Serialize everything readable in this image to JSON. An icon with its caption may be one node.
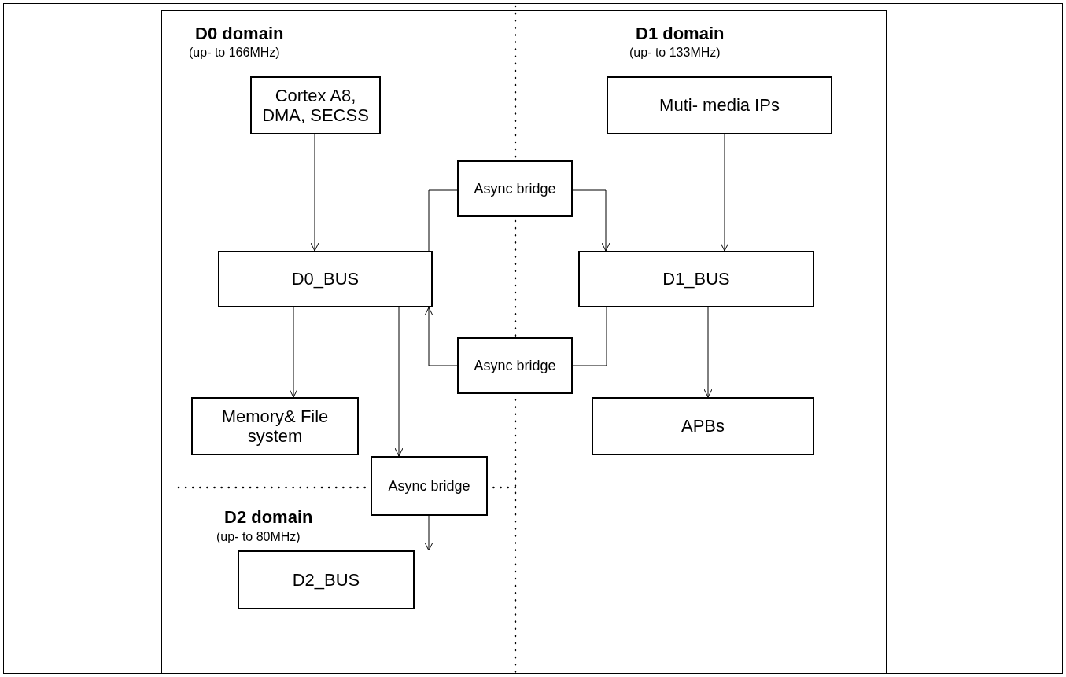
{
  "diagram": {
    "nodes": [
      {
        "text": [
          "Cortex A8, DMA, SECSS"
        ]
      },
      {
        "text": [
          "Muti- media IPs"
        ]
      },
      {
        "text": [
          "Async bridge"
        ]
      },
      {
        "text": [
          "D0_BUS"
        ]
      },
      {
        "text": [
          "D1_BUS"
        ]
      },
      {
        "text": [
          "Async bridge"
        ]
      },
      {
        "text": [
          "Memory& File system"
        ]
      },
      {
        "text": [
          "APBs"
        ]
      },
      {
        "text": [
          "Async bridge"
        ]
      },
      {
        "text": [
          "D2_BUS"
        ]
      }
    ],
    "edges": [
      {
        "from": 0,
        "to": 3,
        "arrow": "to"
      },
      {
        "from": 1,
        "to": 4,
        "arrow": "to"
      },
      {
        "from": 3,
        "to": 2,
        "arrow": "none"
      },
      {
        "from": 2,
        "to": 4,
        "arrow": "to"
      },
      {
        "from": 4,
        "to": 5,
        "arrow": "none"
      },
      {
        "from": 5,
        "to": 3,
        "arrow": "to"
      },
      {
        "from": 3,
        "to": 6,
        "arrow": "to"
      },
      {
        "from": 3,
        "to": 8,
        "arrow": "to"
      },
      {
        "from": 4,
        "to": 7,
        "arrow": "to"
      },
      {
        "from": 8,
        "to": 9,
        "arrow": "to"
      }
    ],
    "labels": [
      "D0 domain",
      "(up- to 166MHz)",
      "D1 domain",
      "(up- to 133MHz)",
      "D2 domain",
      "(up- to 80MHz)"
    ]
  }
}
